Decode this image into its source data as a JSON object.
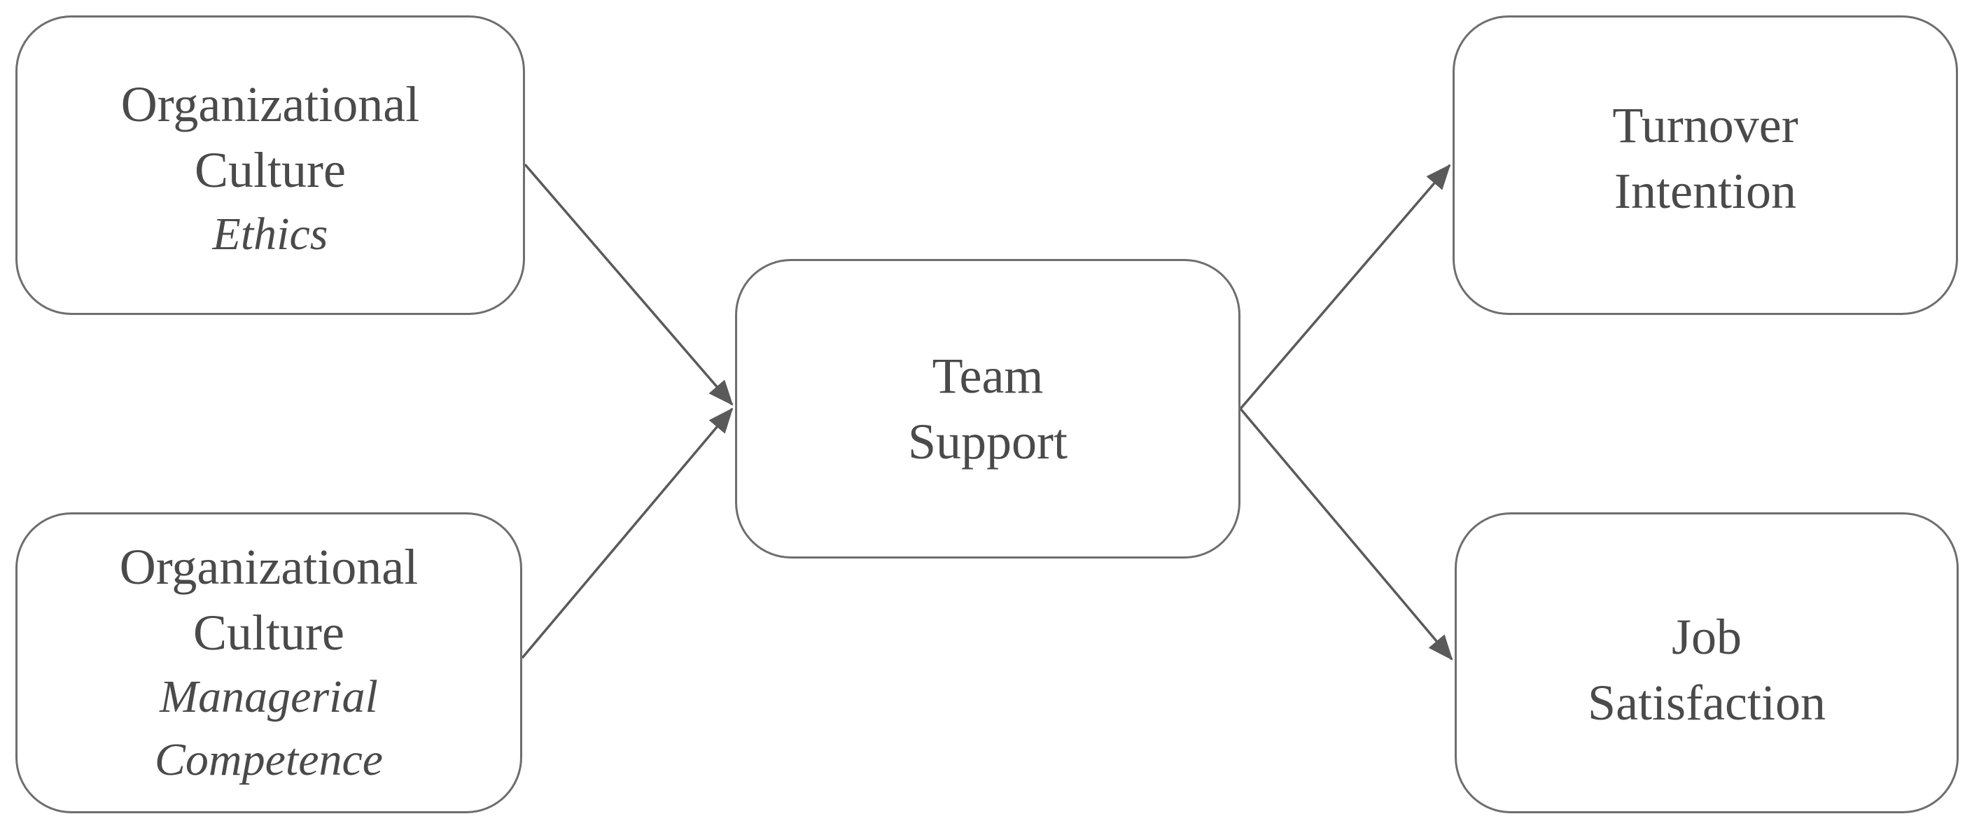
{
  "diagram": {
    "nodes": {
      "ethics": {
        "lines": [
          "Organizational",
          "Culture"
        ],
        "sub": [
          "Ethics"
        ]
      },
      "managerial": {
        "lines": [
          "Organizational",
          "Culture"
        ],
        "sub": [
          "Managerial",
          "Competence"
        ]
      },
      "team_support": {
        "lines": [
          "Team",
          "Support"
        ]
      },
      "turnover": {
        "lines": [
          "Turnover",
          "Intention"
        ]
      },
      "job_satisfaction": {
        "lines": [
          "Job",
          "Satisfaction"
        ]
      }
    },
    "edges": [
      {
        "from": "ethics",
        "to": "team_support"
      },
      {
        "from": "managerial",
        "to": "team_support"
      },
      {
        "from": "team_support",
        "to": "turnover"
      },
      {
        "from": "team_support",
        "to": "job_satisfaction"
      }
    ],
    "colors": {
      "border": "#6e6e6e",
      "arrow": "#5a5a5a",
      "text": "#4a4a4a",
      "background": "#ffffff"
    }
  }
}
